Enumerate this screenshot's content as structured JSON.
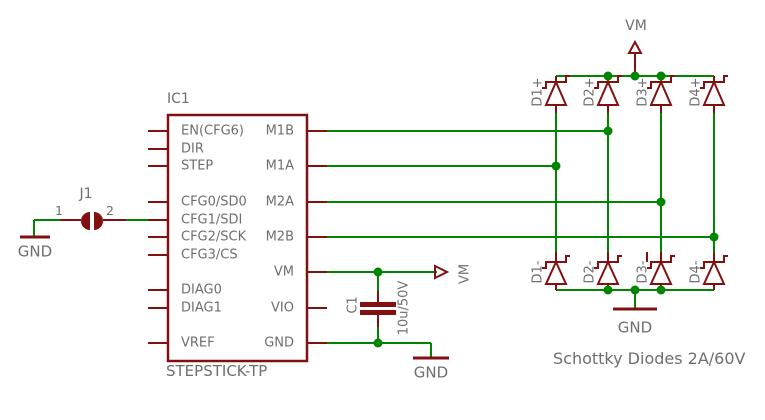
{
  "colors": {
    "wire": "#008500",
    "component": "#821010",
    "text": "#6e6e6e"
  },
  "ic": {
    "reference": "IC1",
    "value": "STEPSTICK-TP",
    "left_pins": [
      "EN(CFG6)",
      "DIR",
      "STEP",
      "CFG0/SD0",
      "CFG1/SDI",
      "CFG2/SCK",
      "CFG3/CS",
      "DIAG0",
      "DIAG1",
      "VREF"
    ],
    "right_pins": [
      "M1B",
      "M1A",
      "M2A",
      "M2B",
      "VM",
      "VIO",
      "GND"
    ]
  },
  "connector": {
    "reference": "J1",
    "pin_numbers": [
      "1",
      "2"
    ]
  },
  "capacitor": {
    "reference": "C1",
    "value": "10u/50V"
  },
  "power": {
    "vm_label": "VM",
    "gnd_label": "GND"
  },
  "diodes": {
    "top_labels": [
      "D1+",
      "D2+",
      "D3+",
      "D4+"
    ],
    "bottom_labels": [
      "D1-",
      "D2-",
      "D3-",
      "D4-"
    ]
  },
  "caption": "Schottky Diodes 2A/60V"
}
